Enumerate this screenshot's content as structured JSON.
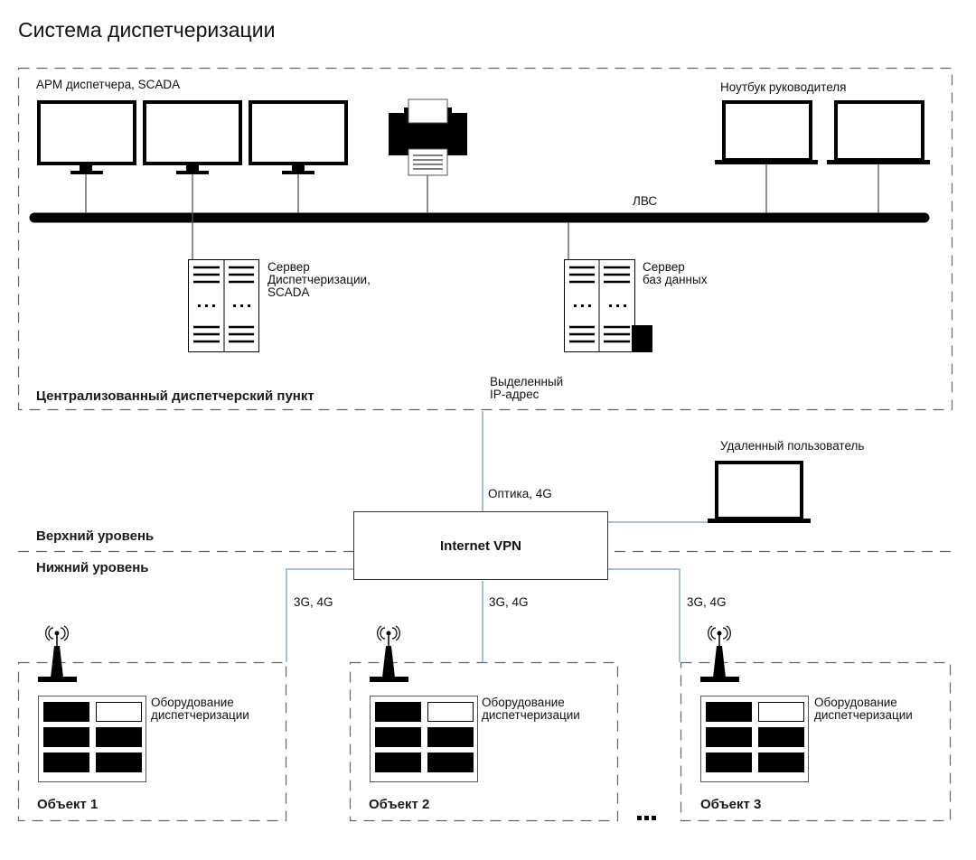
{
  "title": "Система диспетчеризации",
  "dispatch_center": {
    "label": "Централизованный диспетчерский пункт",
    "workstations_label": "АРМ диспетчера, SCADA",
    "managers_laptops_label": "Ноутбук руководителя",
    "lan_label": "ЛВС",
    "dispatch_server_label": "Сервер\nДиспетчеризации,\nSCADA",
    "db_server_label": "Сервер\nбаз данных",
    "static_ip_label": "Выделенный\nIP-адрес"
  },
  "levels": {
    "upper": "Верхний уровень",
    "lower": "Нижний уровень"
  },
  "network": {
    "vpn_label": "Internet VPN",
    "uplink_label": "Оптика, 4G",
    "remote_user_label": "Удаленный пользователь",
    "object_links": [
      "3G, 4G",
      "3G, 4G",
      "3G, 4G"
    ]
  },
  "objects": [
    {
      "name": "Объект 1",
      "equipment_label": "Оборудование\nдиспетчеризации"
    },
    {
      "name": "Объект 2",
      "equipment_label": "Оборудование\nдиспетчеризации"
    },
    {
      "name": "Объект 3",
      "equipment_label": "Оборудование\nдиспетчеризации"
    }
  ],
  "more_indicator": "...",
  "colors": {
    "link_line": "#a9c0d8",
    "dashed_border": "#666666",
    "device": "#000000"
  }
}
